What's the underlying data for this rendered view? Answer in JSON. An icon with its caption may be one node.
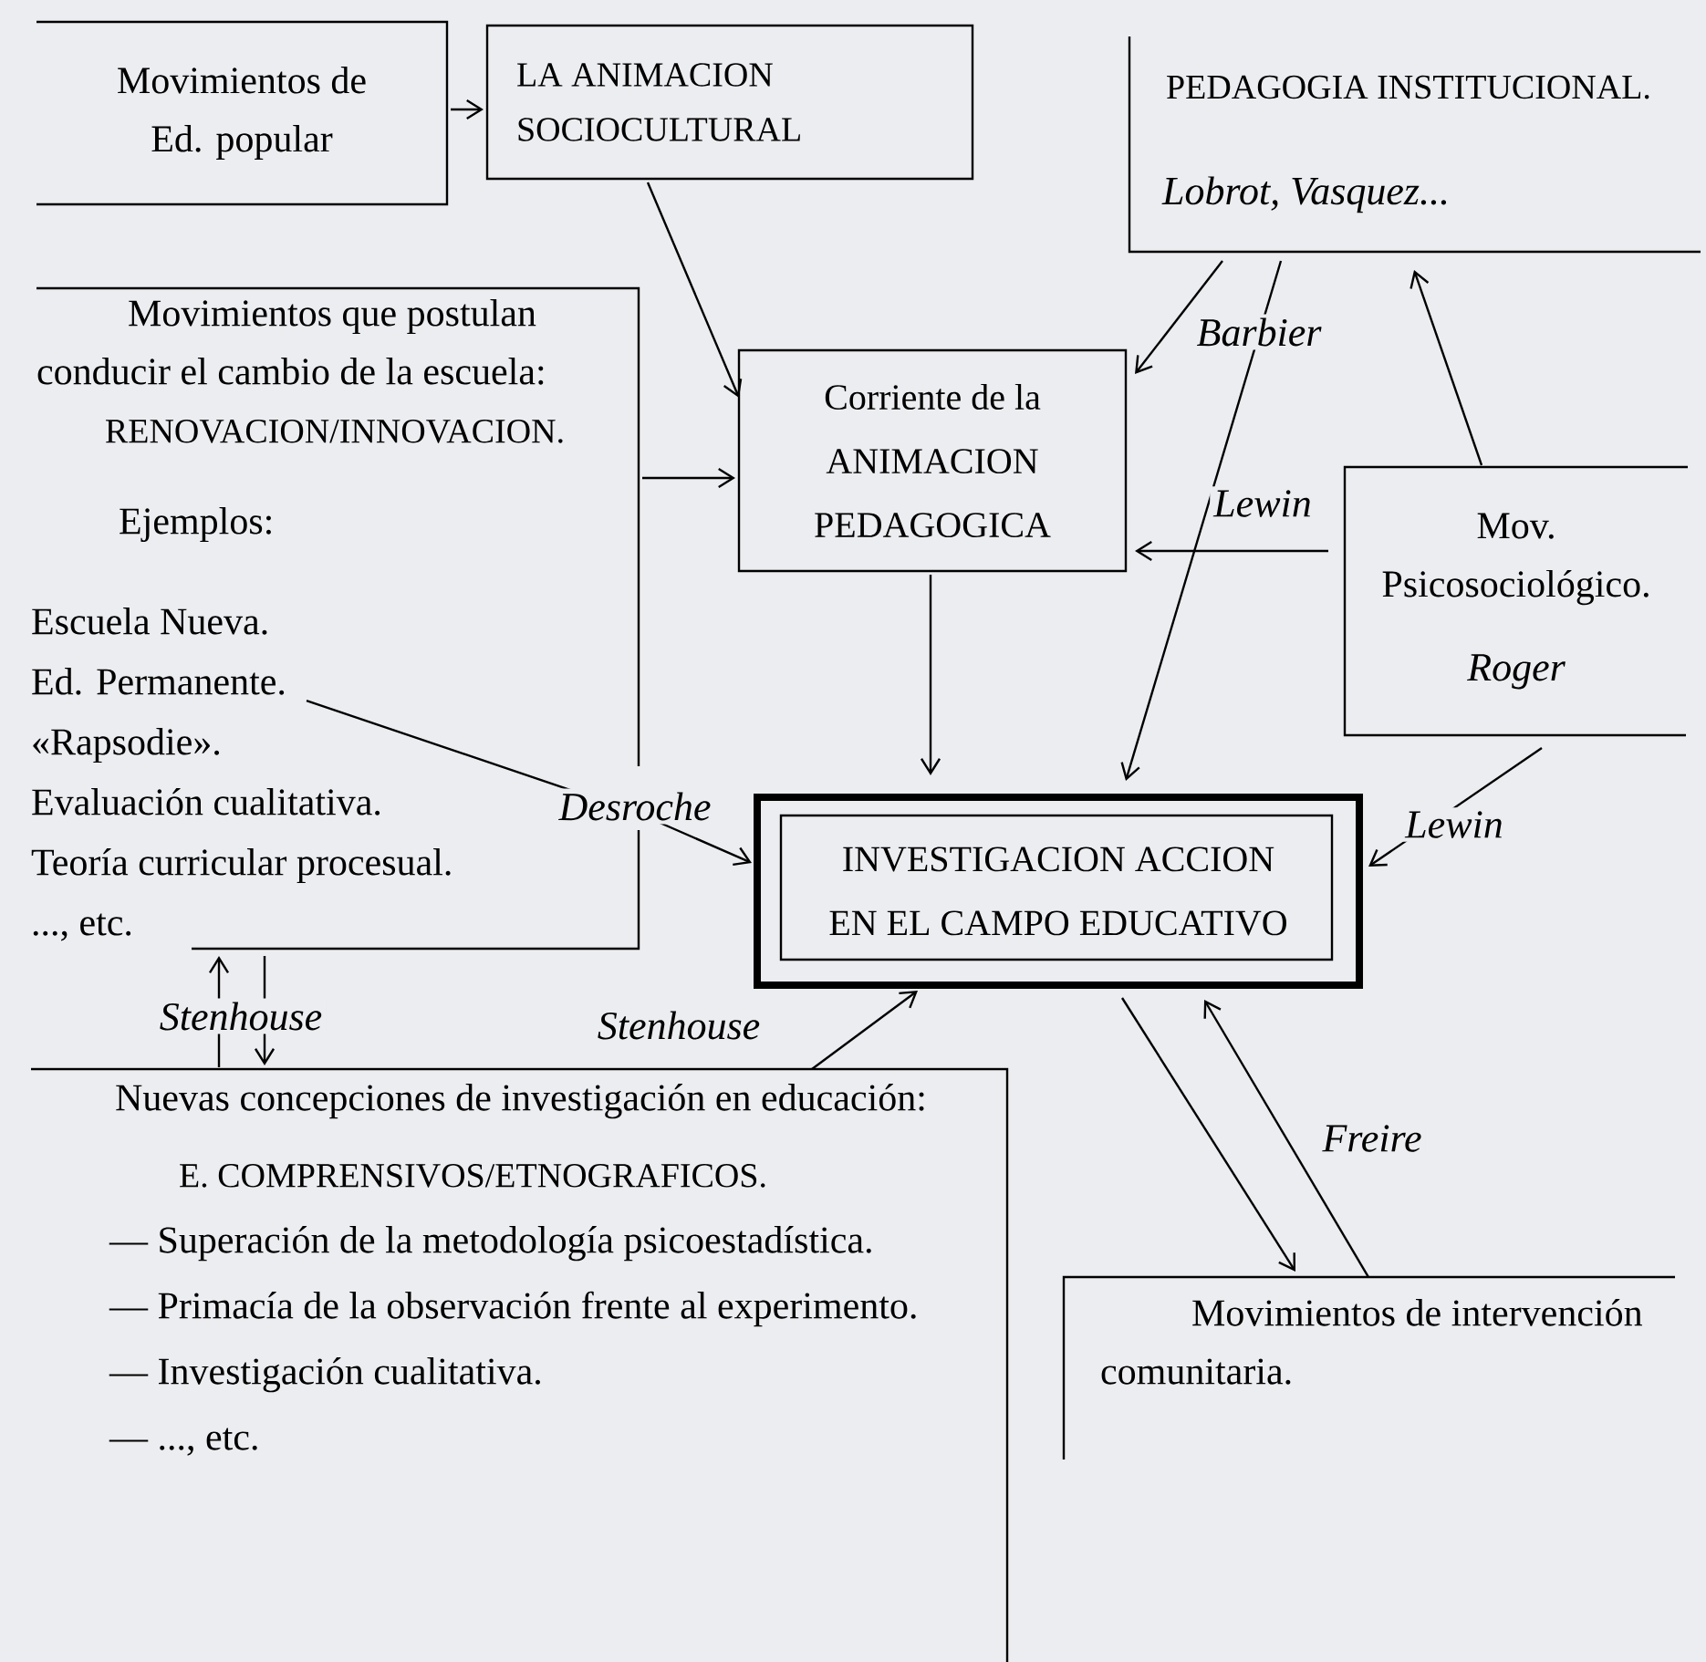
{
  "diagram": {
    "nodes": [
      {
        "text": [
          "Movimientos de Ed. popular"
        ]
      },
      {
        "text": [
          "LA ANIMACION SOCIOCULTURAL"
        ]
      },
      {
        "text": [
          "PEDAGOGIA INSTITUCIONAL.",
          "Lobrot, Vasquez..."
        ]
      },
      {
        "text": [
          "Movimientos que postulan conducir el cambio de la escuela:",
          "RENOVACION/INNOVACION.",
          "Ejemplos:",
          "Escuela Nueva.",
          "Ed. Permanente.",
          "«Rapsodie».",
          "Evaluación cualitativa.",
          "Teoría curricular procesual.",
          "..., etc."
        ]
      },
      {
        "text": [
          "Corriente de la ANIMACION PEDAGOGICA"
        ]
      },
      {
        "text": [
          "Mov. Psicosociológico.",
          "Roger"
        ]
      },
      {
        "text": [
          "INVESTIGACION ACCION EN EL CAMPO EDUCATIVO"
        ]
      },
      {
        "text": [
          "Nuevas concepciones de investigación en educación:",
          "E. COMPRENSIVOS/ETNOGRAFICOS.",
          "— Superación de la metodología psicoestadística.",
          "— Primacía de la observación frente al experimento.",
          "— Investigación cualitativa.",
          "— ..., etc."
        ]
      },
      {
        "text": [
          "Movimientos de intervención comunitaria."
        ]
      }
    ],
    "edges": [
      {
        "from": 0,
        "to": 1,
        "arrow": "to"
      },
      {
        "from": 1,
        "to": 4,
        "arrow": "to"
      },
      {
        "from": 3,
        "to": 4,
        "arrow": "to"
      },
      {
        "from": 2,
        "to": 4,
        "arrow": "to"
      },
      {
        "from": 5,
        "to": 2,
        "arrow": "to"
      },
      {
        "from": 5,
        "to": 4,
        "arrow": "to",
        "label": "Lewin"
      },
      {
        "from": 2,
        "to": 6,
        "arrow": "to",
        "label": "Barbier"
      },
      {
        "from": 4,
        "to": 6,
        "arrow": "to"
      },
      {
        "from": 3,
        "to": 6,
        "arrow": "to",
        "label": "Desroche"
      },
      {
        "from": 5,
        "to": 6,
        "arrow": "to",
        "label": "Lewin"
      },
      {
        "from": 6,
        "to": 8,
        "arrow": "to"
      },
      {
        "from": 8,
        "to": 6,
        "arrow": "to",
        "label": "Freire"
      },
      {
        "from": 7,
        "to": 6,
        "arrow": "to",
        "label": "Stenhouse"
      },
      {
        "from": 7,
        "to": 3,
        "arrow": "to",
        "label": "Stenhouse"
      },
      {
        "from": 3,
        "to": 7,
        "arrow": "to"
      }
    ]
  }
}
